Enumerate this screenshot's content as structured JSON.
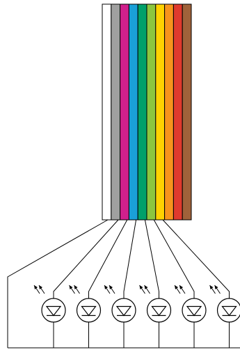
{
  "diagram": {
    "cable": {
      "conductor_colors": [
        "#ffffff",
        "#a0a0a0",
        "#d0208c",
        "#1aa0d8",
        "#00a06a",
        "#8cc63f",
        "#ffd200",
        "#f7941d",
        "#e03a2e",
        "#a0623a"
      ],
      "outline_color": "#000000"
    },
    "wire_color": "#000000",
    "leds": {
      "count": 6,
      "symbol": "led-triangle-in-circle",
      "emission_arrows": 2
    }
  }
}
